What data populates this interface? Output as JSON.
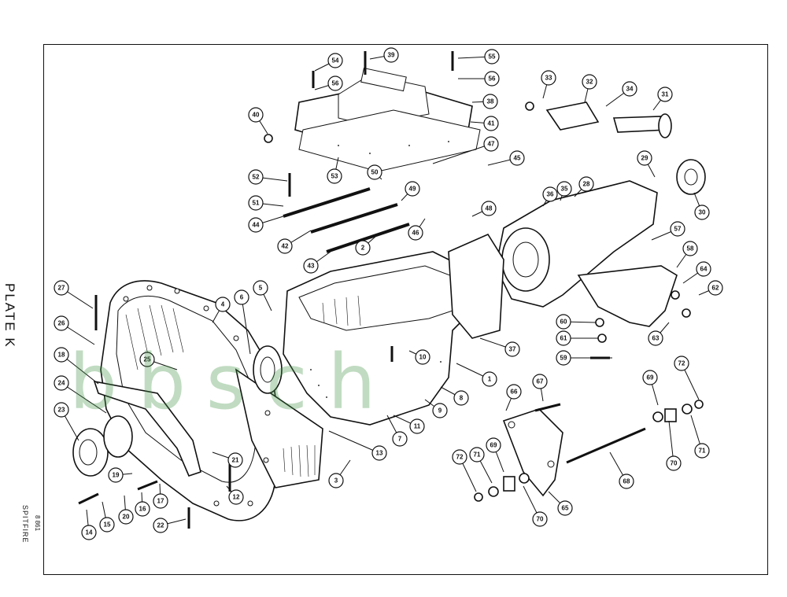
{
  "plate_title": "PLATE K",
  "model_name": "SPITFIRE",
  "plate_ref": "8 861",
  "watermark_text": "bbsch",
  "watermark_color": "#3d9140",
  "callouts": [
    {
      "label": "1"
    },
    {
      "label": "2"
    },
    {
      "label": "3"
    },
    {
      "label": "4"
    },
    {
      "label": "5"
    },
    {
      "label": "6"
    },
    {
      "label": "7"
    },
    {
      "label": "8"
    },
    {
      "label": "9"
    },
    {
      "label": "10"
    },
    {
      "label": "11"
    },
    {
      "label": "12"
    },
    {
      "label": "13"
    },
    {
      "label": "14"
    },
    {
      "label": "15"
    },
    {
      "label": "16"
    },
    {
      "label": "17"
    },
    {
      "label": "18"
    },
    {
      "label": "19"
    },
    {
      "label": "20"
    },
    {
      "label": "21"
    },
    {
      "label": "22"
    },
    {
      "label": "23"
    },
    {
      "label": "24"
    },
    {
      "label": "25"
    },
    {
      "label": "26"
    },
    {
      "label": "27"
    },
    {
      "label": "28"
    },
    {
      "label": "29"
    },
    {
      "label": "30"
    },
    {
      "label": "31"
    },
    {
      "label": "32"
    },
    {
      "label": "33"
    },
    {
      "label": "34"
    },
    {
      "label": "35"
    },
    {
      "label": "36"
    },
    {
      "label": "37"
    },
    {
      "label": "38"
    },
    {
      "label": "39"
    },
    {
      "label": "40"
    },
    {
      "label": "41"
    },
    {
      "label": "42"
    },
    {
      "label": "43"
    },
    {
      "label": "44"
    },
    {
      "label": "45"
    },
    {
      "label": "46"
    },
    {
      "label": "47"
    },
    {
      "label": "48"
    },
    {
      "label": "49"
    },
    {
      "label": "50"
    },
    {
      "label": "51"
    },
    {
      "label": "52"
    },
    {
      "label": "53"
    },
    {
      "label": "54"
    },
    {
      "label": "55"
    },
    {
      "label": "56"
    },
    {
      "label": "56"
    },
    {
      "label": "57"
    },
    {
      "label": "58"
    },
    {
      "label": "59"
    },
    {
      "label": "60"
    },
    {
      "label": "61"
    },
    {
      "label": "62"
    },
    {
      "label": "63"
    },
    {
      "label": "64"
    },
    {
      "label": "65"
    },
    {
      "label": "66"
    },
    {
      "label": "67"
    },
    {
      "label": "68"
    },
    {
      "label": "69"
    },
    {
      "label": "69"
    },
    {
      "label": "70"
    },
    {
      "label": "70"
    },
    {
      "label": "71"
    },
    {
      "label": "71"
    },
    {
      "label": "72"
    },
    {
      "label": "72"
    }
  ]
}
